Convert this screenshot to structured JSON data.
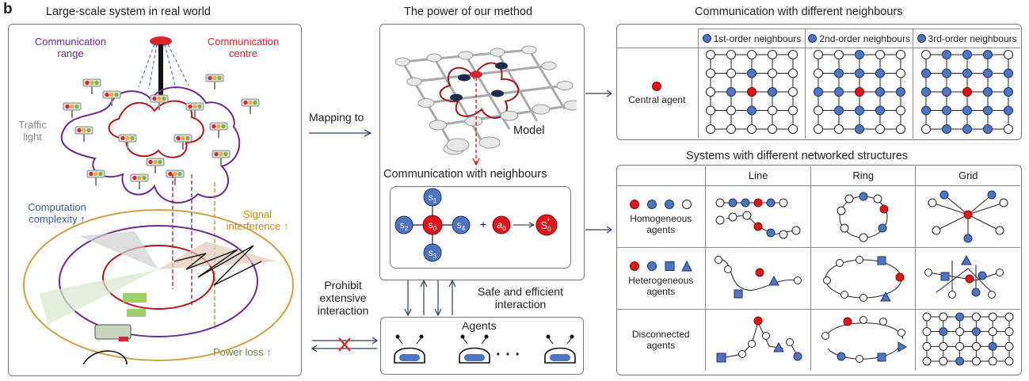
{
  "panel_letter": "b",
  "left": {
    "title": "Large-scale system in real world",
    "comm_range": [
      "Communication",
      "range"
    ],
    "comm_centre": [
      "Communication",
      "centre"
    ],
    "traffic_light": [
      "Traffic",
      "light"
    ],
    "comp_complexity": [
      "Computation",
      "complexity ↑"
    ],
    "signal_interf": [
      "Signal",
      "interference ↑"
    ],
    "power_loss": "Power loss ↑"
  },
  "middle": {
    "title": "The power of our method",
    "mapping_to": "Mapping to",
    "model": "Model",
    "comm_neighbours": "Communication with neighbours",
    "prohibit": [
      "Prohibit",
      "extensive",
      "interaction"
    ],
    "safe": [
      "Safe and efficient",
      "interaction"
    ],
    "agents": "Agents",
    "ellipsis": "· · ·",
    "plus": "+"
  },
  "right_top": {
    "title": "Communication with different neighbours",
    "headers": [
      "1st-order neighbours",
      "2nd-order neighbours",
      "3rd-order neighbours"
    ],
    "row_label": "Central agent"
  },
  "right_bottom": {
    "title": "Systems with different networked structures",
    "headers": [
      "Line",
      "Ring",
      "Grid"
    ],
    "rows": [
      [
        "Homogeneous",
        "agents"
      ],
      [
        "Heterogeneous",
        "agents"
      ],
      [
        "Disconnected",
        "agents"
      ]
    ]
  },
  "colors": {
    "agent_blue": "#4f74c2",
    "agent_red": "#e0151b",
    "purple": "#6a2c91",
    "gold": "#c28d12"
  }
}
